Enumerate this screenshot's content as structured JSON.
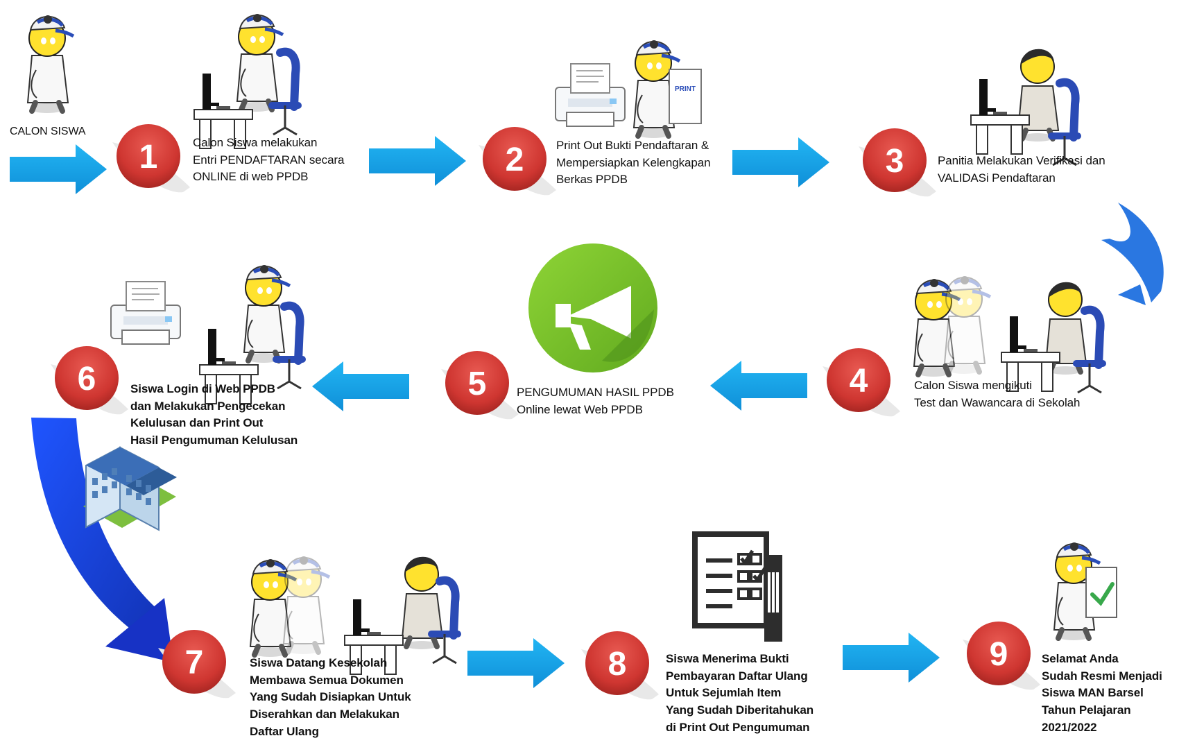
{
  "labels": {
    "calon_siswa": "CALON SISWA",
    "step1": "Calon Siswa melakukan\nEntri PENDAFTARAN secara\nONLINE di web PPDB",
    "step2": "Print Out Bukti Pendaftaran &\nMempersiapkan Kelengkapan\nBerkas PPDB",
    "step3": "Panitia Melakukan Verifikasi dan\nVALIDASi Pendaftaran",
    "step4": "Calon Siswa mengikuti\nTest dan Wawancara di Sekolah",
    "step5": "PENGUMUMAN HASIL PPDB\nOnline lewat Web PPDB",
    "step6": "Siswa Login di Web PPDB\ndan Melakukan Pengecekan\nKelulusan dan Print Out\nHasil Pengumuman Kelulusan",
    "step7": "Siswa Datang Kesekolah\nMembawa Semua Dokumen\nYang Sudah Disiapkan Untuk\nDiserahkan dan Melakukan\nDaftar Ulang",
    "step8": "Siswa Menerima Bukti\nPembayaran Daftar Ulang\nUntuk Sejumlah Item\nYang Sudah Diberitahukan\ndi Print Out Pengumuman",
    "step9": "Selamat Anda\nSudah Resmi Menjadi\nSiswa MAN Barsel\nTahun Pelajaran\n2021/2022"
  },
  "badges": [
    "1",
    "2",
    "3",
    "4",
    "5",
    "6",
    "7",
    "8",
    "9"
  ],
  "printer_tag": "PRINT",
  "colors": {
    "arrow": "#1aa3e6",
    "curve_blue": "#1f4ee0",
    "badge_red": "#d63a37",
    "badge_dark": "#8f1d1a",
    "announce_green": "#7dbf2b"
  },
  "icons": [
    "person-cap-icon",
    "computer-desk-icon",
    "printer-icon",
    "announcement-icon",
    "school-building-icon",
    "checklist-icon",
    "certificate-icon"
  ]
}
